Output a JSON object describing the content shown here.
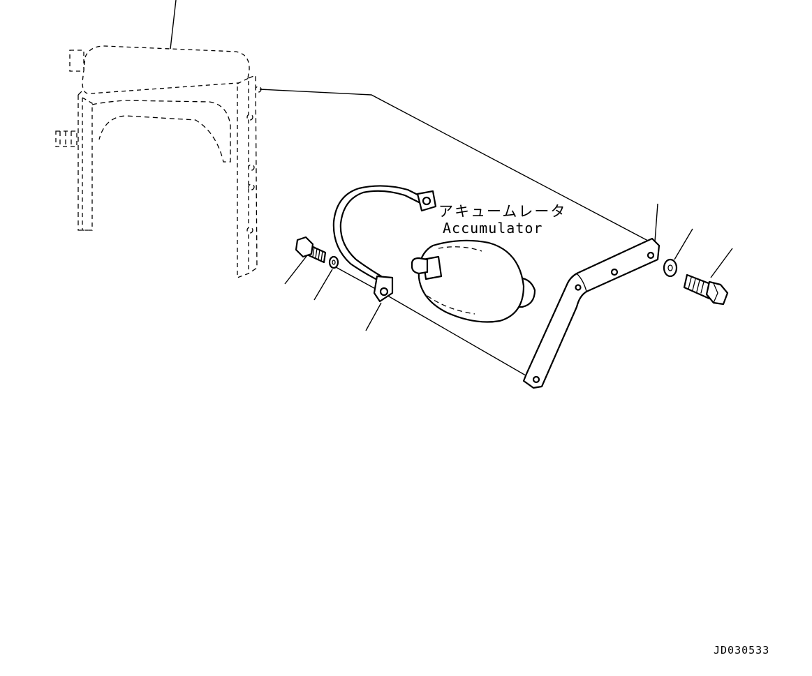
{
  "labels": {
    "part_jp": "アキュームレータ",
    "part_en": "Accumulator",
    "drawing_code": "JD030533"
  },
  "colors": {
    "line": "#000000",
    "background": "#ffffff"
  }
}
